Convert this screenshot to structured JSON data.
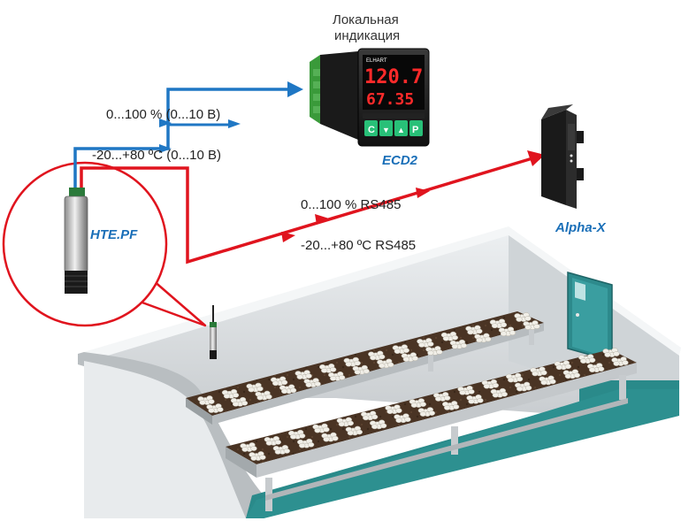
{
  "labels": {
    "local_indication_line1": "Локальная",
    "local_indication_line2": "индикация",
    "analog_humidity": "0...100 % (0...10 В)",
    "analog_temp": "-20...+80 ºC (0...10 В)",
    "rs485_humidity": "0...100 %  RS485",
    "rs485_temp": "-20...+80 ºC  RS485",
    "sensor_name": "HTE.PF",
    "controller_name": "ECD2",
    "converter_name": "Alpha-X"
  },
  "controller_display": {
    "brand": "ELHART",
    "top_value": "120.7",
    "bottom_value": "67.35",
    "buttons": [
      "C",
      "▼",
      "▲",
      "P"
    ]
  },
  "colors": {
    "analog_line": "#1f77c4",
    "rs485_line": "#e0141e",
    "callout": "#e0141e",
    "room_wall": "#d6dadd",
    "floor": "#2a8a8a",
    "door": "#2d8a8c"
  },
  "icons": {
    "sensor": "hte-pf-sensor-icon",
    "controller": "ecd2-controller-icon",
    "converter": "alpha-x-converter-icon",
    "door": "door-icon",
    "mushroom_beds": "mushroom-bed-icon"
  }
}
